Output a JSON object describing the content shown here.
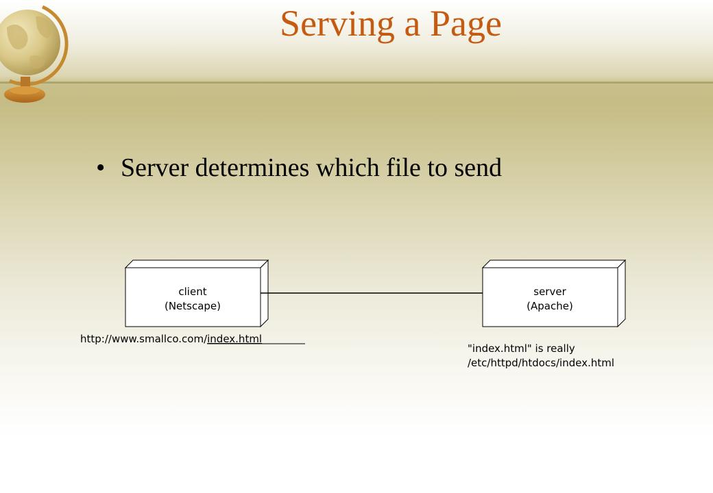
{
  "slide": {
    "title": "Serving a Page",
    "bullets": [
      "Server determines which file to send"
    ]
  },
  "diagram": {
    "client": {
      "name": "client",
      "product": "(Netscape)"
    },
    "server": {
      "name": "server",
      "product": "(Apache)"
    },
    "client_url": {
      "prefix": "http://www.smallco.com/",
      "file": "index.html"
    },
    "server_note": {
      "line1": "\"index.html\" is really",
      "line2": "/etc/httpd/htdocs/index.html"
    }
  },
  "colors": {
    "title": "#c55a11",
    "band": "#c5bc85"
  }
}
